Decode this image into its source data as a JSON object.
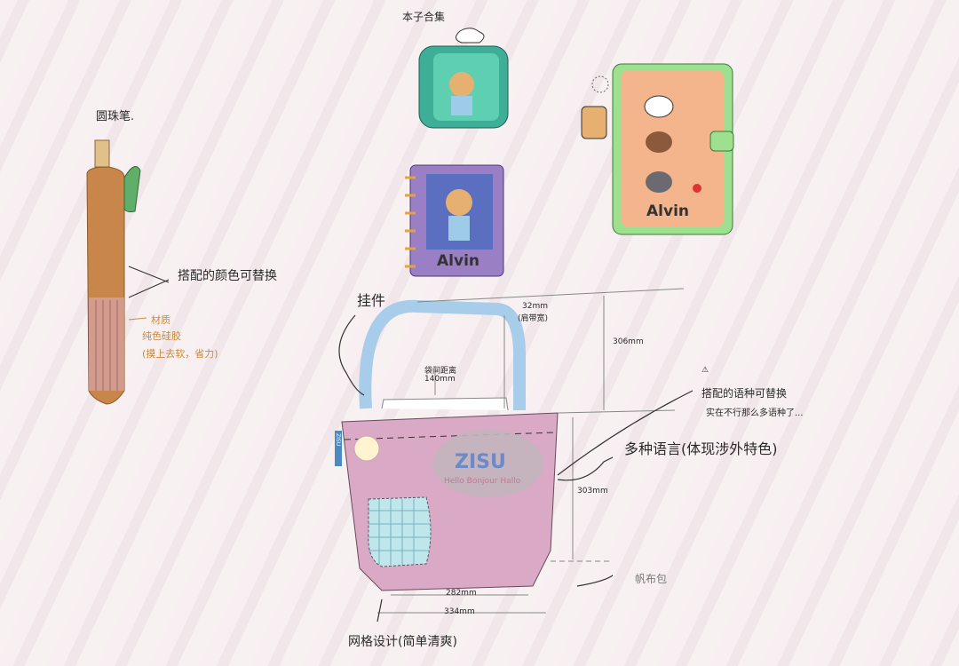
{
  "pen": {
    "title": "圆珠笔.",
    "color_note": "搭配的颜色可替换",
    "material_label": "材质",
    "material_value": "纯色硅胶",
    "material_note": "(摸上去软，省力)"
  },
  "notebooks": {
    "title": "本子合集",
    "name_1": "Alvin",
    "name_2": "Alvin"
  },
  "bag": {
    "pendant_label": "挂件",
    "strap_width": "32mm",
    "strap_width_label": "(肩带宽)",
    "total_height": "306mm",
    "strap_gap_label": "袋间距离",
    "strap_gap": "140mm",
    "warning_symbol": "⚠",
    "language_note_1": "搭配的语种可替换",
    "language_note_2": "实在不行那么多语种了...",
    "language_note_main": "多种语言(体现涉外特色)",
    "body_height": "303mm",
    "canvas_label": "帆布包",
    "bottom_inner": "282mm",
    "bottom_outer": "334mm",
    "grid_note": "网格设计(简单清爽)",
    "logo_text": "ZISU",
    "hello_text": "Hello  Bonjour  Hallo",
    "side_tag": "ZISU"
  },
  "colors": {
    "bag_pink": "#d9a9c6",
    "strap_blue": "#a8cdea",
    "pen_brown": "#c9864a",
    "notebook_green": "#9fe090",
    "notebook_peach": "#f4b48c",
    "notebook_purple": "#9a7fc4",
    "notebook_teal": "#3fae98"
  }
}
